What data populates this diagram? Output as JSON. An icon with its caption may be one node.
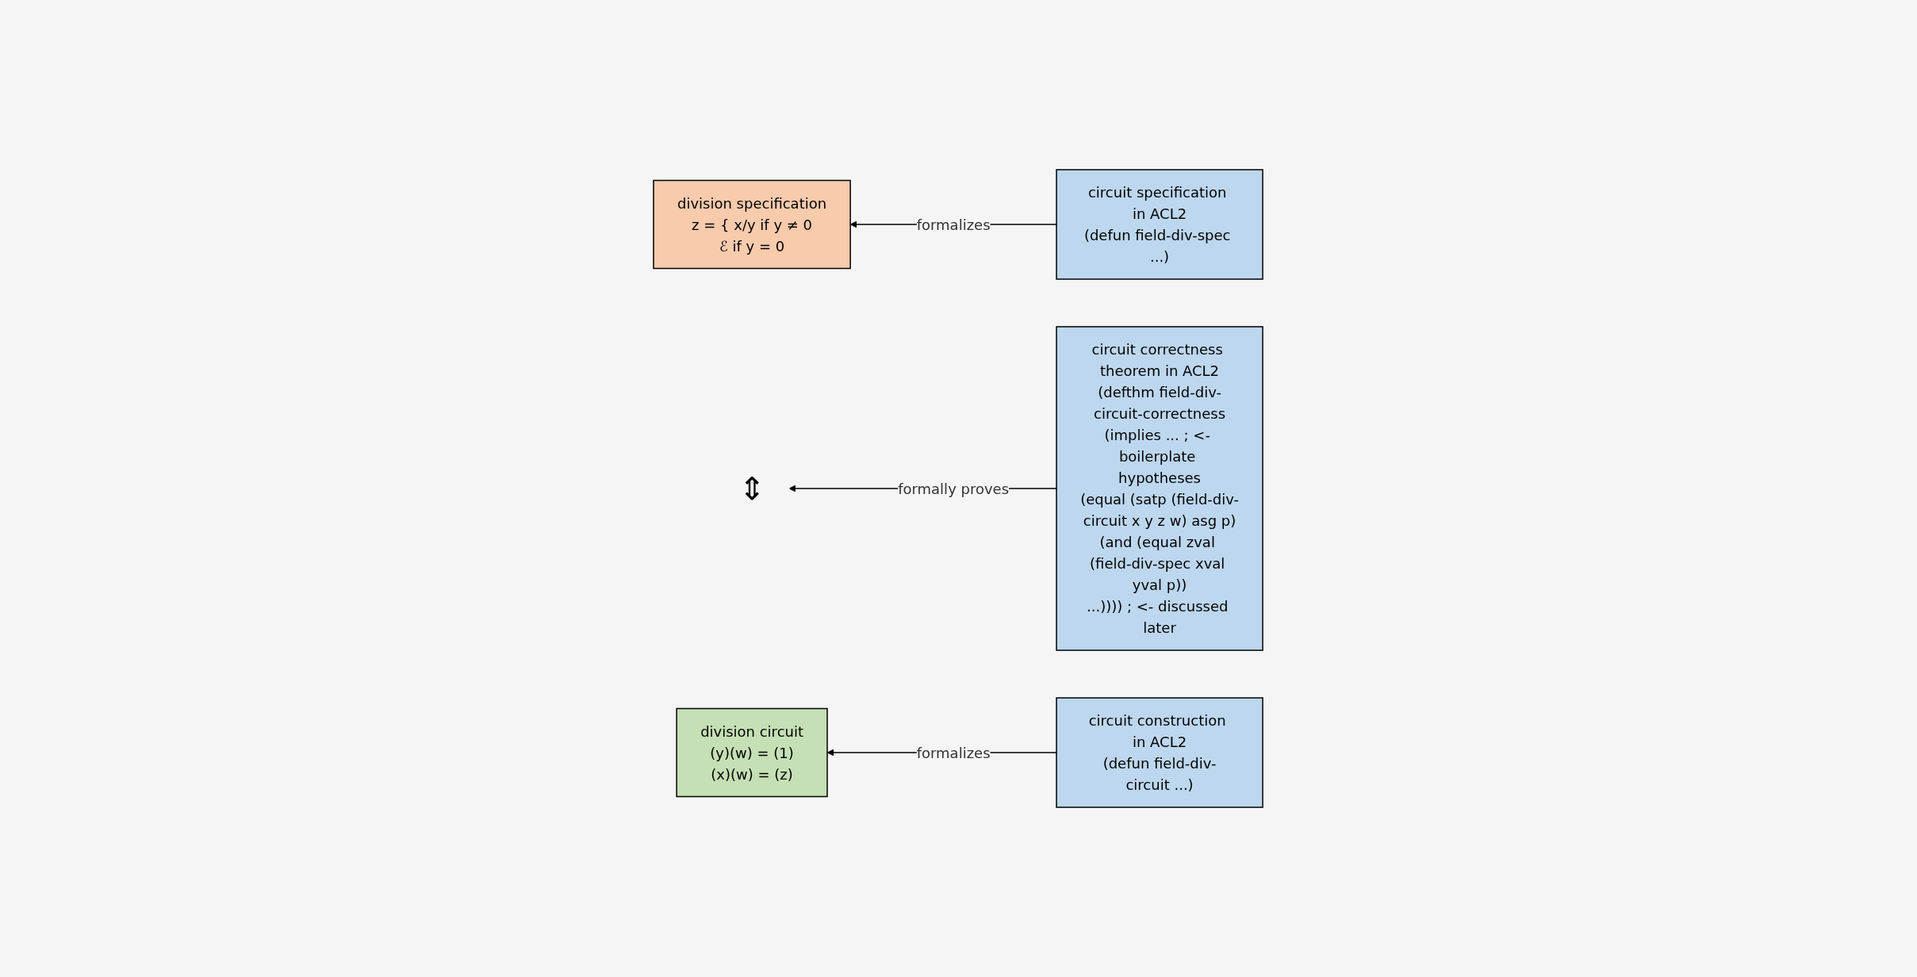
{
  "diagram": {
    "nodes": [
      {
        "text": [
          "division specification",
          "z = { x/y if y ≠ 0",
          "ℰ if y = 0"
        ]
      },
      {
        "text": [
          "circuit specification in ACL2",
          "(defun field-div-spec ...)"
        ]
      },
      {
        "text": [
          "⇕"
        ]
      },
      {
        "text": [
          "circuit correctness theorem in ACL2",
          "(defthm field-div-circuit-correctness",
          "(implies ... ; <- boilerplate hypotheses",
          "(equal (satp (field-div-circuit x y z w) asg p)",
          "(and (equal zval (field-div-spec xval yval p))",
          "...)))) ; <- discussed later"
        ]
      },
      {
        "text": [
          "division circuit",
          "(y)(w) = (1)",
          "(x)(w) = (z)"
        ]
      },
      {
        "text": [
          "circuit construction in ACL2",
          "(defun field-div-circuit ...)"
        ]
      }
    ],
    "edges": [
      {
        "from": 1,
        "to": 0,
        "arrow": "to",
        "label": "formalizes"
      },
      {
        "from": 3,
        "to": 2,
        "arrow": "to",
        "label": "formally proves"
      },
      {
        "from": 5,
        "to": 4,
        "arrow": "to",
        "label": "formalizes"
      }
    ]
  }
}
